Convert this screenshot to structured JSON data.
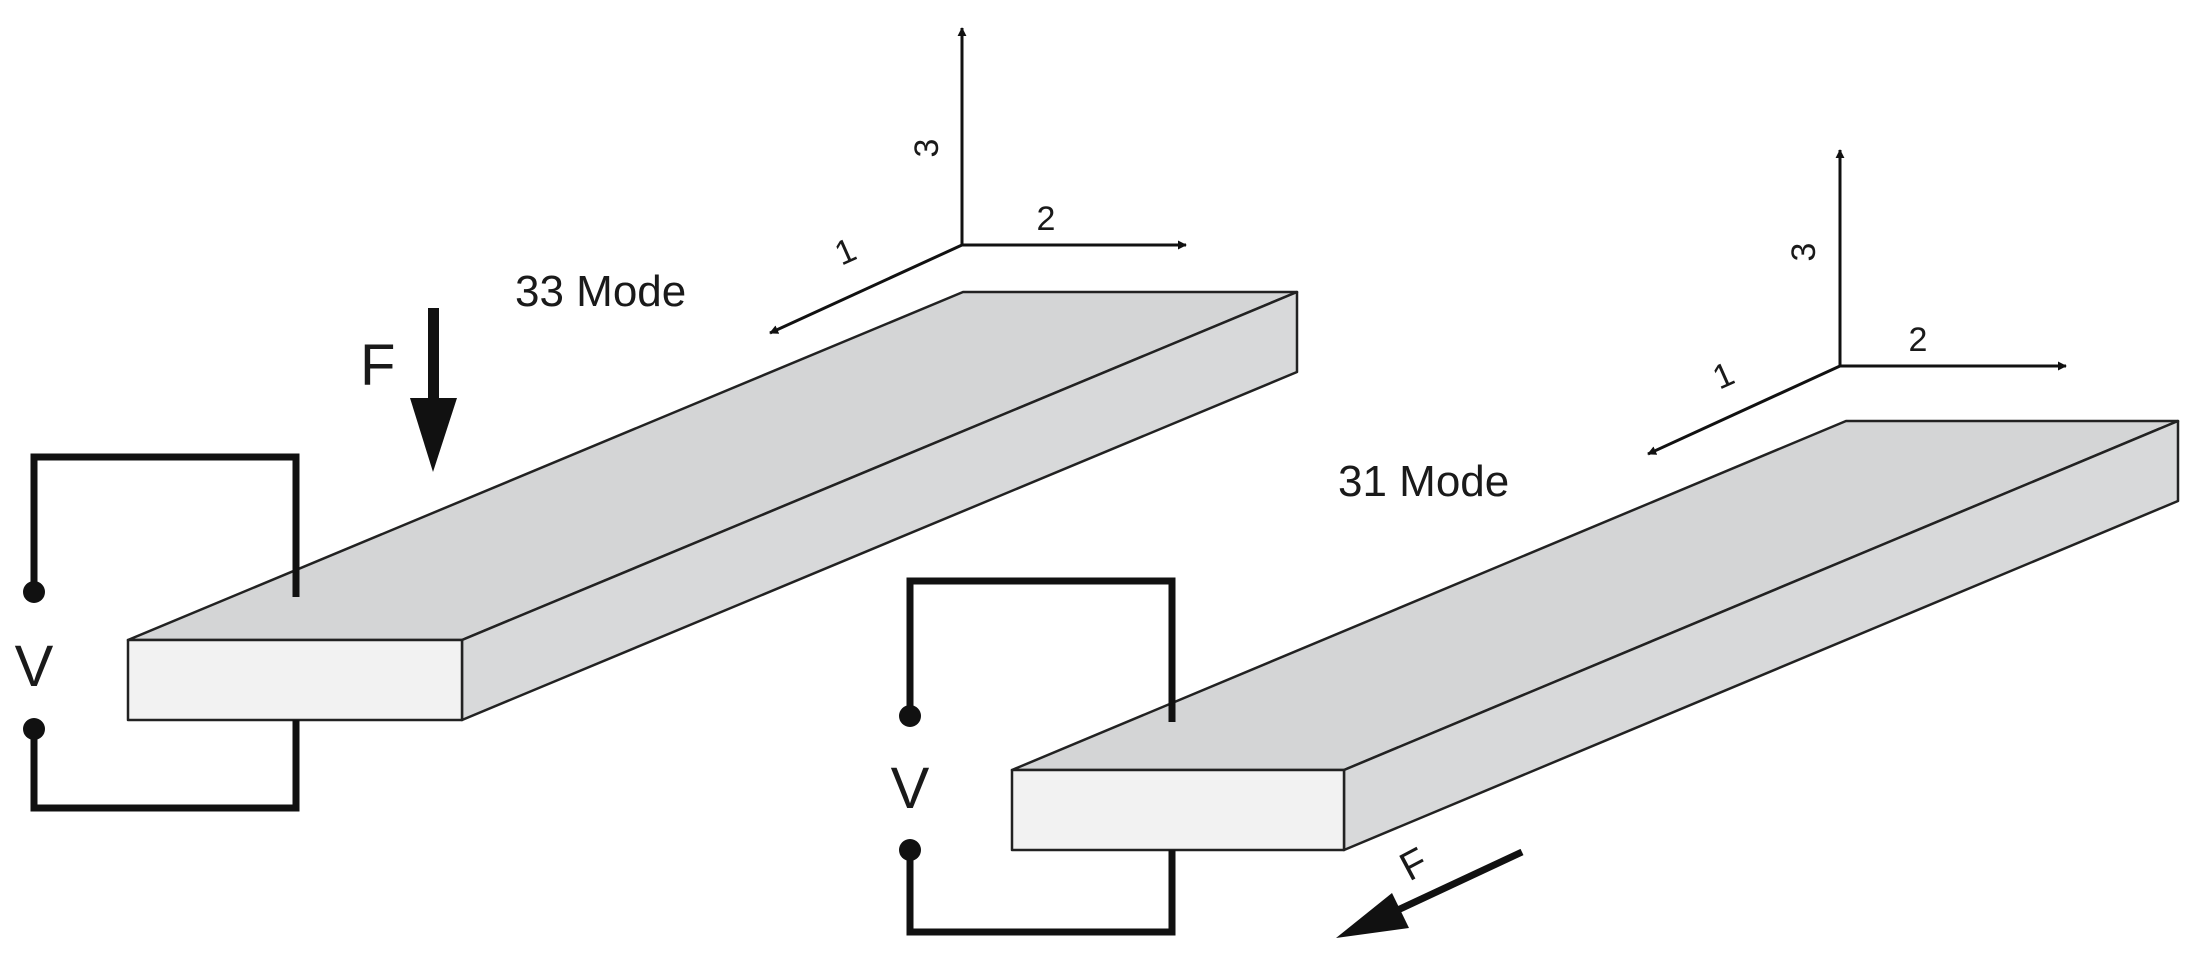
{
  "colors": {
    "beam_top": "#d4d5d6",
    "beam_front": "#f2f2f2",
    "beam_side": "#d8d9da",
    "ink": "#111111"
  },
  "mode33": {
    "label": "33 Mode",
    "axes": {
      "axis1": "1",
      "axis2": "2",
      "axis3": "3"
    },
    "force_label": "F",
    "voltage_label": "V"
  },
  "mode31": {
    "label": "31 Mode",
    "axes": {
      "axis1": "1",
      "axis2": "2",
      "axis3": "3"
    },
    "force_label": "F",
    "voltage_label": "V"
  }
}
